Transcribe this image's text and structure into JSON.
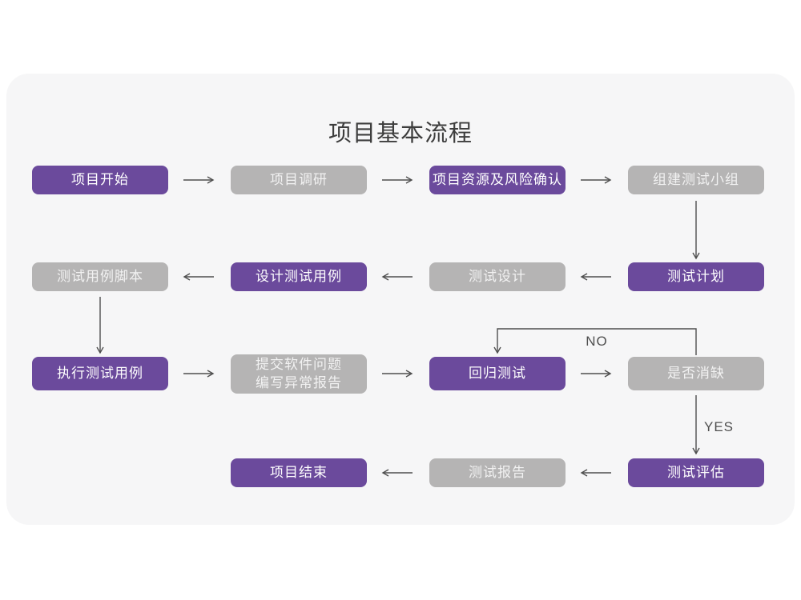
{
  "page": {
    "title": "项目基本流程"
  },
  "colors": {
    "primary": "#6b4a9c",
    "secondary": "#b5b4b4",
    "card_bg": "#f6f6f7",
    "arrow": "#4f4f4f",
    "title": "#3d3d3d"
  },
  "flowchart": {
    "nodes": [
      {
        "label": "项目开始",
        "type": "primary"
      },
      {
        "label": "项目调研",
        "type": "secondary"
      },
      {
        "label": "项目资源及风险确认",
        "type": "primary"
      },
      {
        "label": "组建测试小组",
        "type": "secondary"
      },
      {
        "label": "测试用例脚本",
        "type": "secondary"
      },
      {
        "label": "设计测试用例",
        "type": "primary"
      },
      {
        "label": "测试设计",
        "type": "secondary"
      },
      {
        "label": "测试计划",
        "type": "primary"
      },
      {
        "label": "执行测试用例",
        "type": "primary"
      },
      {
        "label": "提交软件问题\n编写异常报告",
        "type": "secondary"
      },
      {
        "label": "回归测试",
        "type": "primary"
      },
      {
        "label": "是否消缺",
        "type": "secondary"
      },
      {
        "label": "项目结束",
        "type": "primary"
      },
      {
        "label": "测试报告",
        "type": "secondary"
      },
      {
        "label": "测试评估",
        "type": "primary"
      }
    ],
    "labels": {
      "no": "NO",
      "yes": "YES"
    }
  }
}
